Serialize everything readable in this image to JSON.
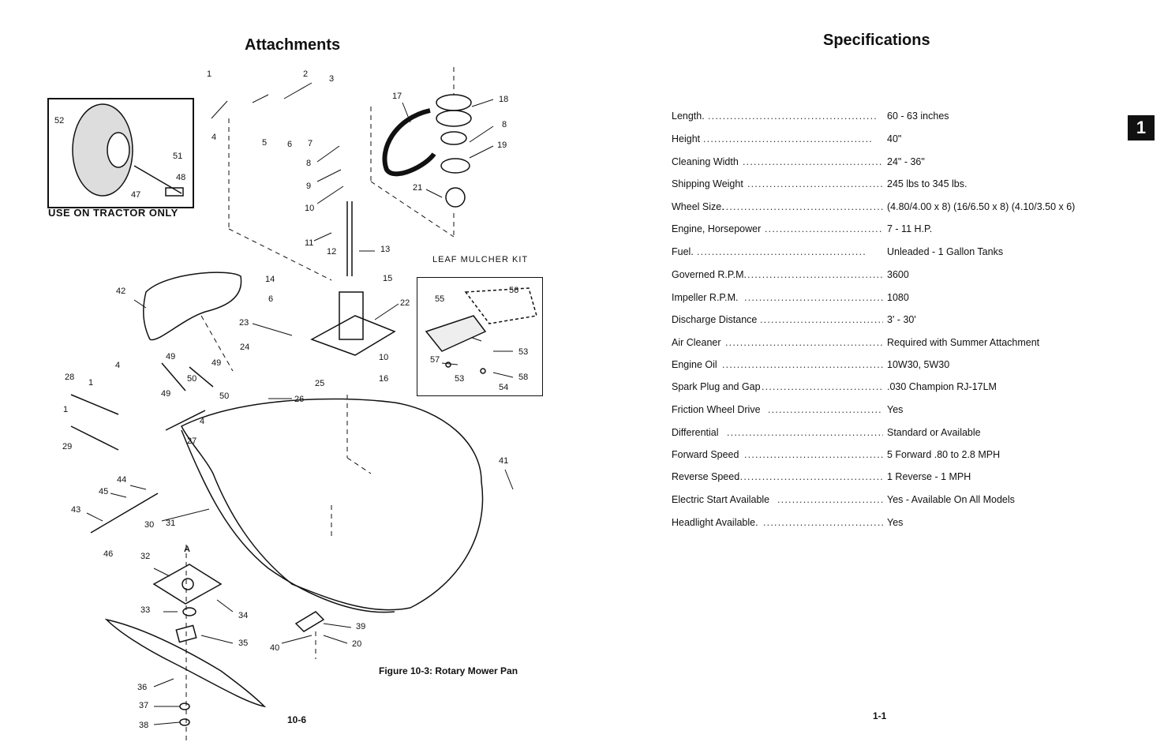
{
  "left_page": {
    "title": "Attachments",
    "tractor_box_caption": "USE ON TRACTOR ONLY",
    "kit_label": "LEAF MULCHER KIT",
    "figure_caption": "Figure 10-3: Rotary Mower Pan",
    "page_number": "10-6",
    "callouts": [
      "1",
      "2",
      "3",
      "4",
      "5",
      "6",
      "7",
      "8",
      "9",
      "10",
      "11",
      "12",
      "13",
      "14",
      "15",
      "16",
      "17",
      "18",
      "8",
      "19",
      "21",
      "22",
      "23",
      "24",
      "25",
      "26",
      "27",
      "28",
      "29",
      "30",
      "31",
      "32",
      "33",
      "34",
      "35",
      "36",
      "37",
      "38",
      "39",
      "40",
      "20",
      "41",
      "42",
      "43",
      "44",
      "45",
      "46",
      "47",
      "48",
      "49",
      "50",
      "51",
      "52",
      "53",
      "54",
      "55",
      "56",
      "57",
      "58",
      "1",
      "1",
      "4",
      "49",
      "49",
      "50",
      "4",
      "53",
      "6",
      "10",
      "A"
    ]
  },
  "right_page": {
    "title": "Specifications",
    "chapter_tab": "1",
    "page_number": "1-1",
    "specs": [
      {
        "label": "Length.",
        "value": "60 - 63 inches"
      },
      {
        "label": "Height",
        "value": "40\""
      },
      {
        "label": "Cleaning Width",
        "value": "24\" - 36\""
      },
      {
        "label": "Shipping Weight",
        "value": "245 lbs to 345 lbs."
      },
      {
        "label": "Wheel Size.",
        "value": "(4.80/4.00 x 8) (16/6.50 x 8) (4.10/3.50 x 6)"
      },
      {
        "label": "Engine, Horsepower",
        "value": "7 - 11 H.P."
      },
      {
        "label": "Fuel.",
        "value": "Unleaded - 1 Gallon Tanks"
      },
      {
        "label": "Governed R.P.M.",
        "value": "3600"
      },
      {
        "label": "Impeller R.P.M.",
        "value": "1080"
      },
      {
        "label": "Discharge Distance",
        "value": "3' - 30'"
      },
      {
        "label": "Air Cleaner",
        "value": "Required with Summer Attachment"
      },
      {
        "label": "Engine Oil",
        "value": "10W30, 5W30"
      },
      {
        "label": "Spark Plug and Gap",
        "value": ".030 Champion RJ-17LM"
      },
      {
        "label": "Friction Wheel Drive",
        "value": "Yes"
      },
      {
        "label": "Differential",
        "value": "Standard or Available"
      },
      {
        "label": "Forward Speed",
        "value": "5 Forward .80 to 2.8 MPH"
      },
      {
        "label": "Reverse Speed",
        "value": "1 Reverse - 1 MPH"
      },
      {
        "label": "Electric Start Available",
        "value": "Yes - Available On All Models"
      },
      {
        "label": "Headlight Available.",
        "value": "Yes"
      }
    ]
  }
}
